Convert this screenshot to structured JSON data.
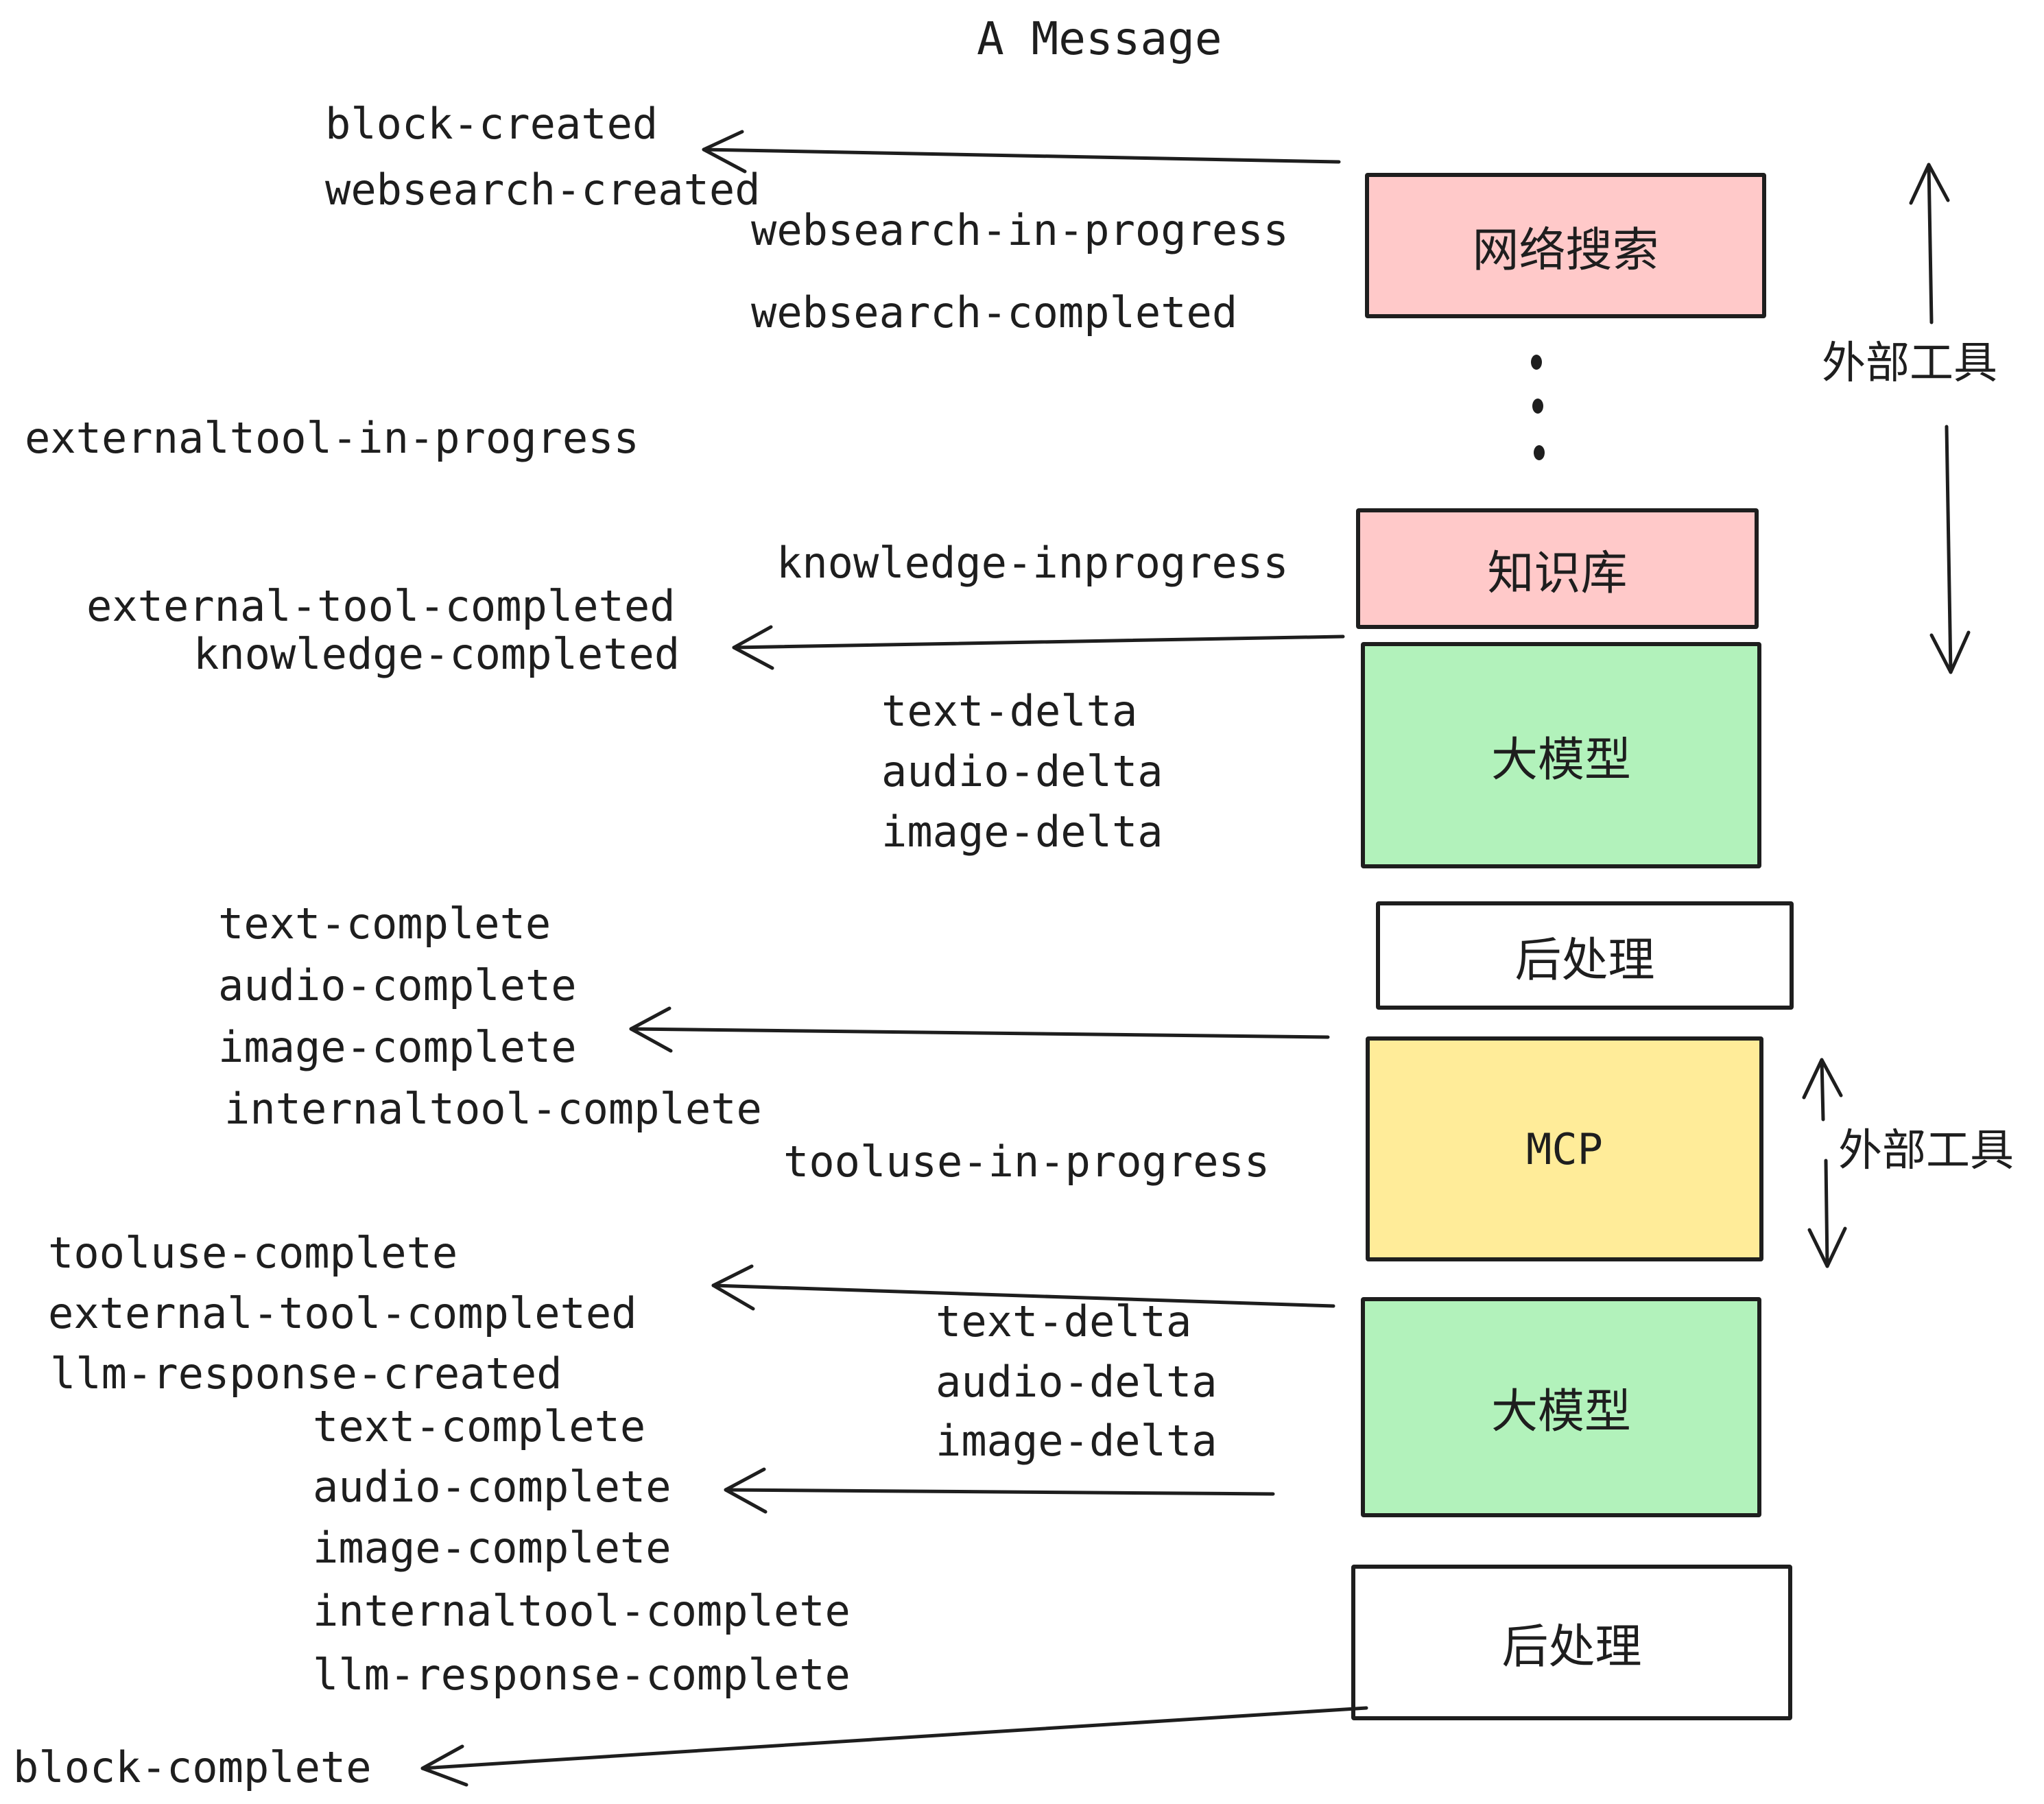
{
  "title": "A Message",
  "colors": {
    "ink": "#1e1e1e",
    "pink": "#ffc9c9",
    "green": "#b2f2bb",
    "yellow": "#ffec99",
    "white": "#ffffff"
  },
  "boxes": [
    {
      "id": "websearch",
      "label": "网络搜索",
      "fill": "#ffc9c9"
    },
    {
      "id": "knowledge",
      "label": "知识库",
      "fill": "#ffc9c9"
    },
    {
      "id": "llm-1",
      "label": "大模型",
      "fill": "#b2f2bb"
    },
    {
      "id": "post-1",
      "label": "后处理",
      "fill": "#ffffff"
    },
    {
      "id": "mcp",
      "label": "MCP",
      "fill": "#ffec99"
    },
    {
      "id": "llm-2",
      "label": "大模型",
      "fill": "#b2f2bb"
    },
    {
      "id": "post-2",
      "label": "后处理",
      "fill": "#ffffff"
    }
  ],
  "annotations": [
    {
      "id": "external-tools-top",
      "label": "外部工具"
    },
    {
      "id": "external-tools-mid",
      "label": "外部工具"
    }
  ],
  "events": [
    {
      "text": "block-created"
    },
    {
      "text": "websearch-created"
    },
    {
      "text": "websearch-in-progress"
    },
    {
      "text": "websearch-completed"
    },
    {
      "text": "externaltool-in-progress"
    },
    {
      "text": "knowledge-inprogress"
    },
    {
      "text": "external-tool-completed"
    },
    {
      "text": "knowledge-completed"
    },
    {
      "text": "text-delta"
    },
    {
      "text": "audio-delta"
    },
    {
      "text": "image-delta"
    },
    {
      "text": "text-complete"
    },
    {
      "text": "audio-complete"
    },
    {
      "text": "image-complete"
    },
    {
      "text": "internaltool-complete"
    },
    {
      "text": "tooluse-in-progress"
    },
    {
      "text": "tooluse-complete"
    },
    {
      "text": "external-tool-completed"
    },
    {
      "text": "llm-response-created"
    },
    {
      "text": "text-delta"
    },
    {
      "text": "audio-delta"
    },
    {
      "text": "image-delta"
    },
    {
      "text": "text-complete"
    },
    {
      "text": "audio-complete"
    },
    {
      "text": "image-complete"
    },
    {
      "text": "internaltool-complete"
    },
    {
      "text": "llm-response-complete"
    },
    {
      "text": "block-complete"
    }
  ]
}
